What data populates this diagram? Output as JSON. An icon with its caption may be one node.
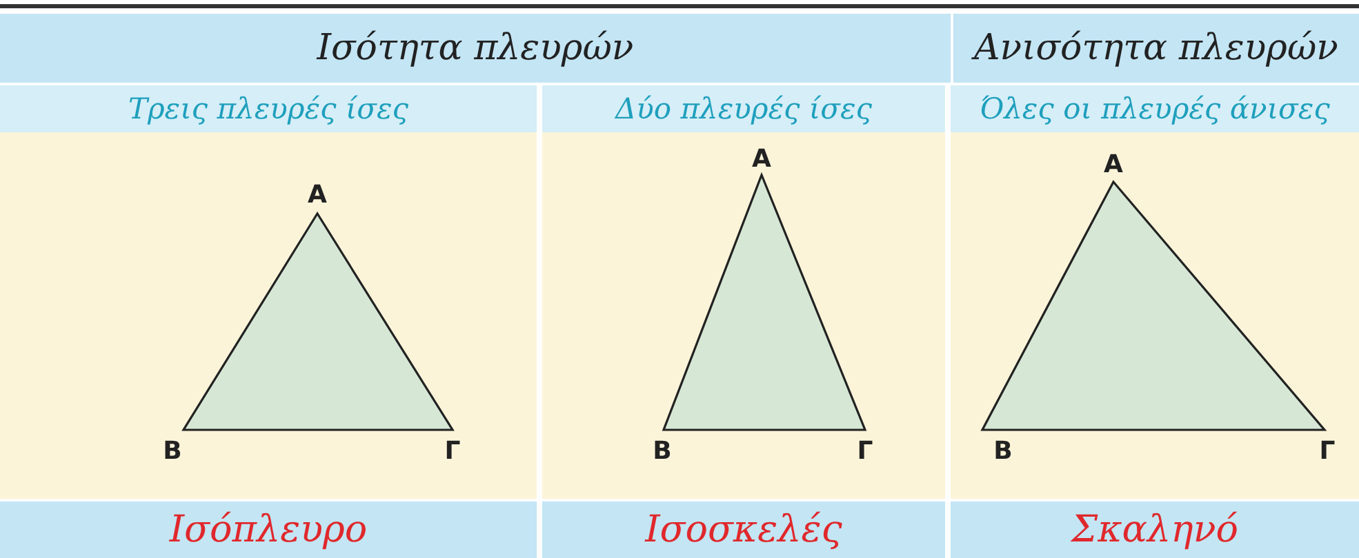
{
  "diagram": {
    "nodes": [
      {
        "text": [],
        "shape": "triangle"
      },
      {
        "text": [],
        "shape": "triangle"
      },
      {
        "text": [],
        "shape": "triangle"
      }
    ],
    "labels": [
      "Ισότητα πλευρών",
      "Ανισότητα πλευρών",
      "Τρεις πλευρές ίσες",
      "Δύο πλευρές ίσες",
      "Όλες οι πλευρές άνισες",
      "Α",
      "Β",
      "Γ",
      "Α",
      "Β",
      "Γ",
      "Α",
      "Β",
      "Γ",
      "Ισόπλευρο",
      "Ισοσκελές",
      "Σκαληνό"
    ]
  }
}
